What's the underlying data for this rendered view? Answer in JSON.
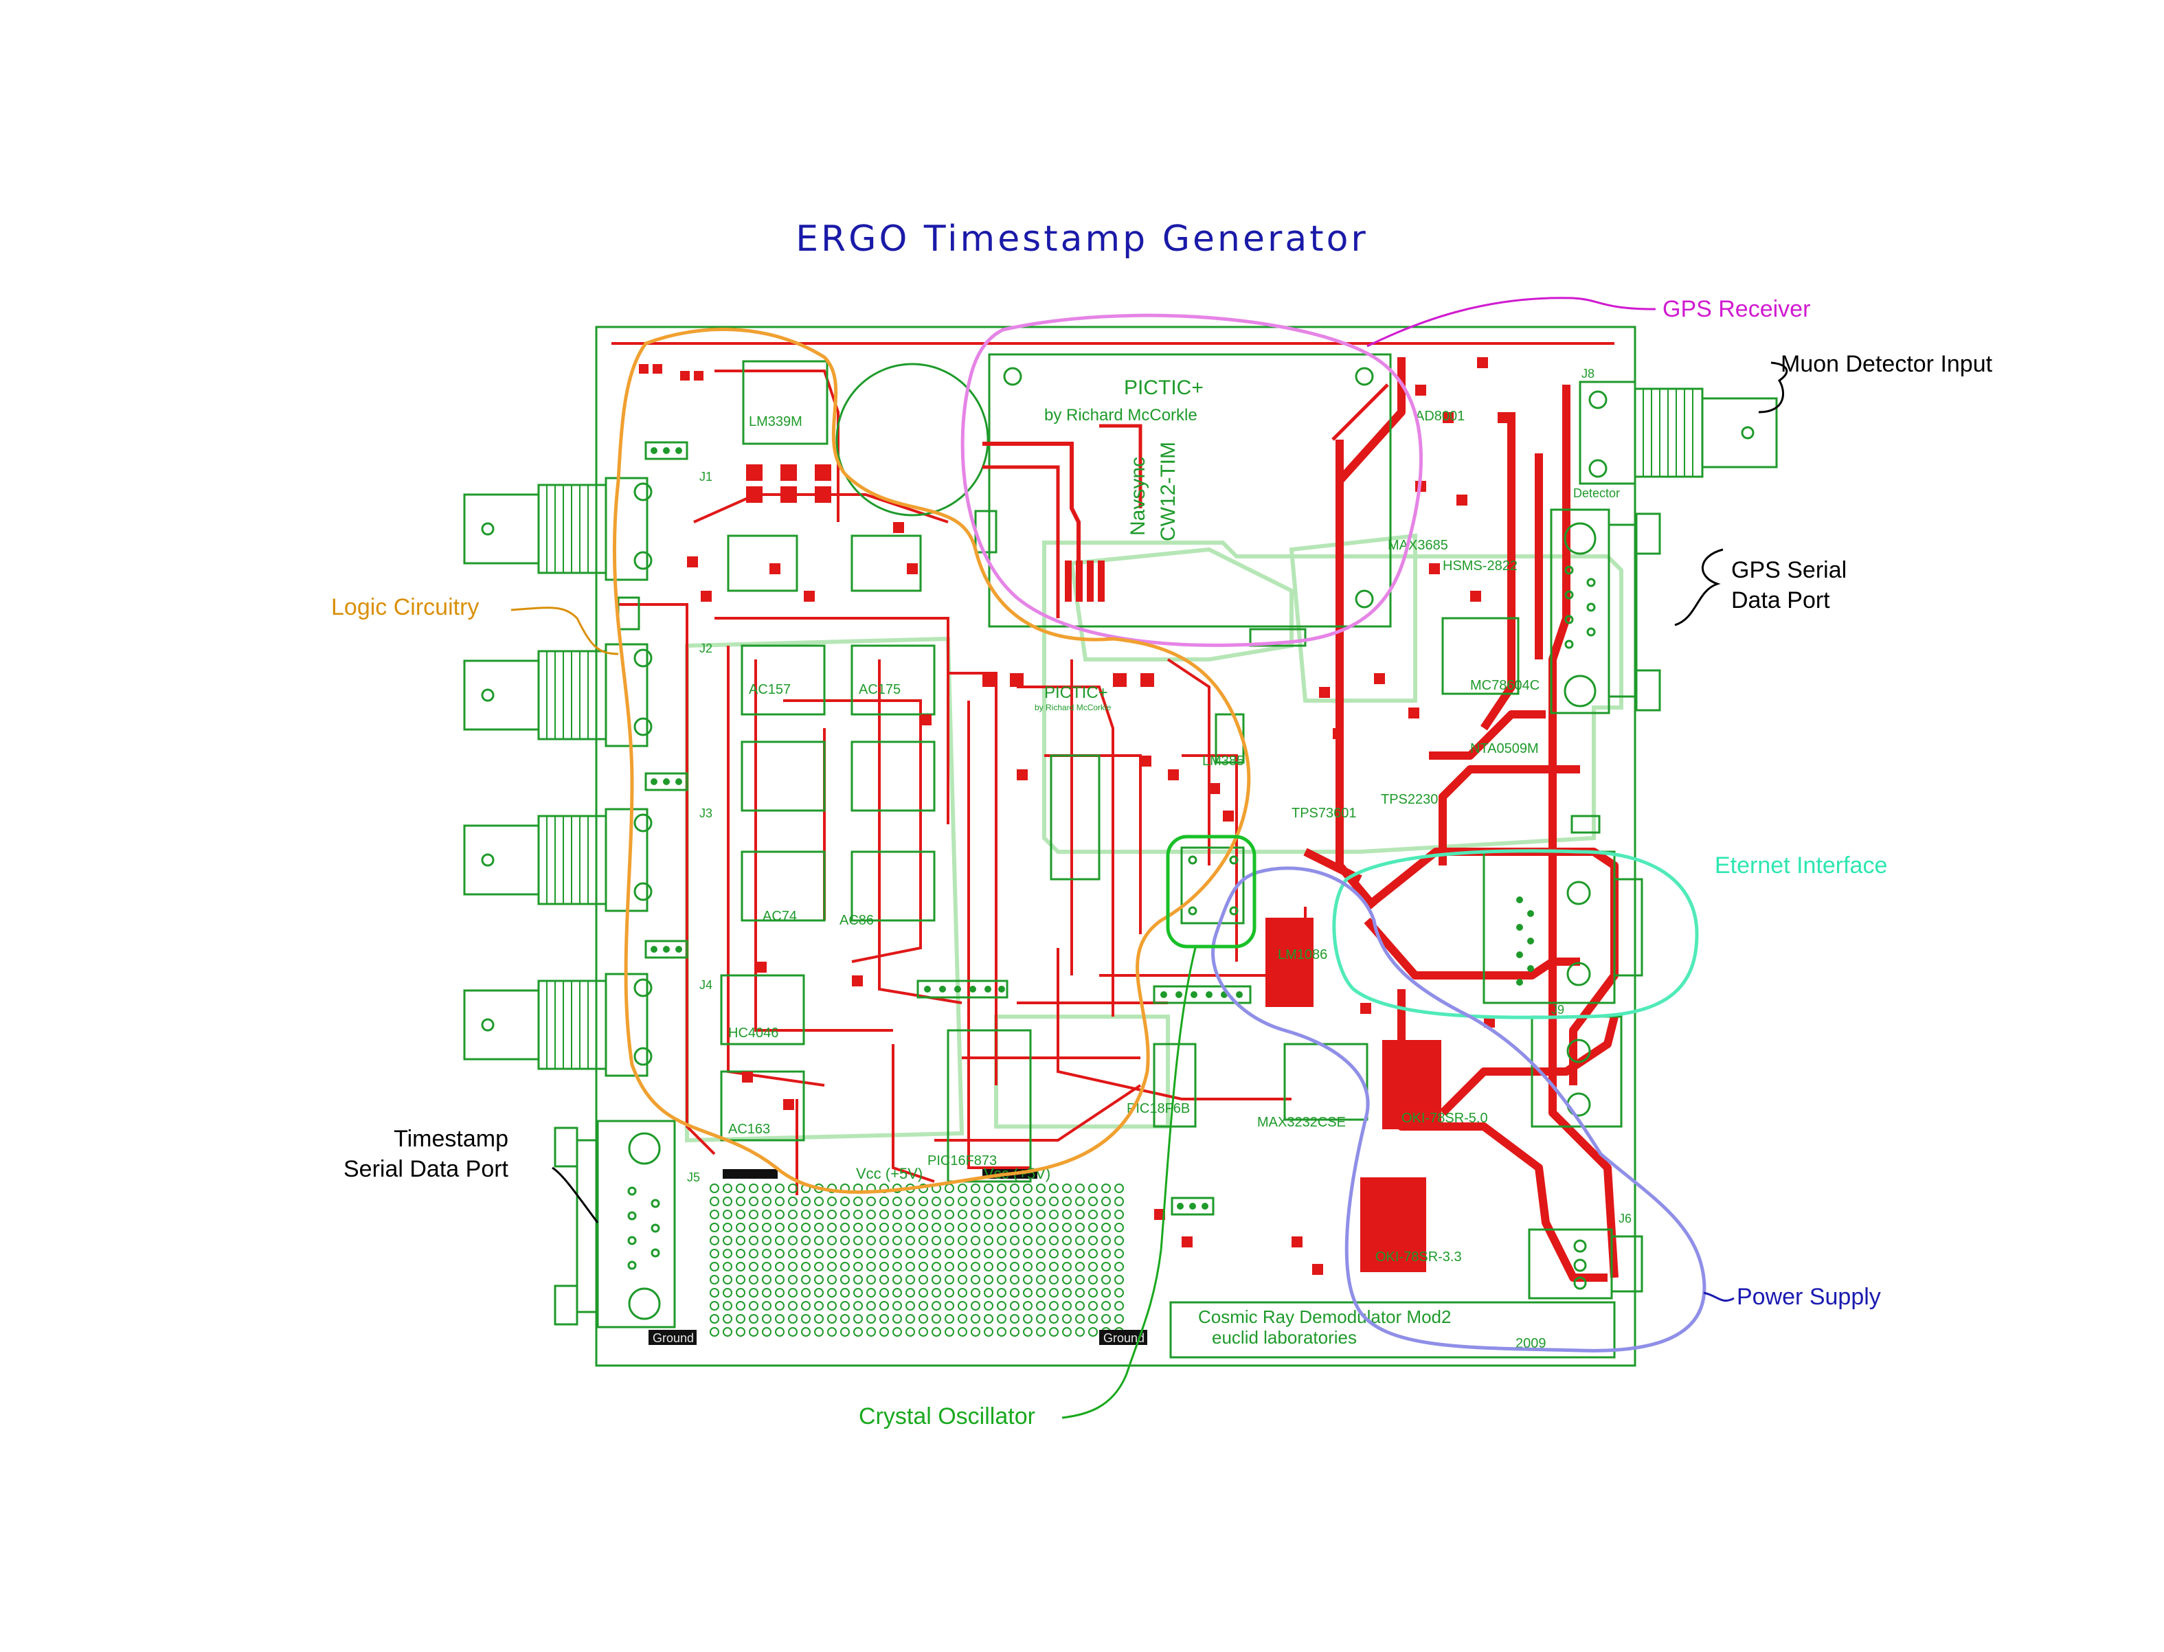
{
  "title": "ERGO Timestamp Generator",
  "callouts": {
    "gps_receiver": "GPS Receiver",
    "muon_detector_input": "Muon Detector Input",
    "gps_serial_line1": "GPS Serial",
    "gps_serial_line2": "Data Port",
    "logic_circuitry": "Logic Circuitry",
    "ethernet_interface": "Eternet Interface",
    "timestamp_line1": "Timestamp",
    "timestamp_line2": "Serial Data Port",
    "power_supply": "Power Supply",
    "crystal_oscillator": "Crystal Oscillator"
  },
  "board": {
    "module_name": "PICTIC+",
    "module_author": "by Richard McCorkle",
    "gps_module_line1": "Navsync",
    "gps_module_line2": "CW12-TIM",
    "footer_line1": "Cosmic Ray Demodulator Mod2",
    "footer_line2": "euclid laboratories",
    "footer_year": "2009",
    "vcc_left": "Vcc (+5V)",
    "vcc_right": "Vcc (+5V)",
    "ground_left": "Ground",
    "ground_right": "Ground",
    "chip_labels": [
      "LM339M",
      "AC157",
      "AC175",
      "AC74",
      "AC86",
      "HC4046",
      "AC163",
      "PIC16F873",
      "MAX3232CSE",
      "PIC18F6B",
      "AD8001",
      "MAX3685",
      "HSMS-2822",
      "TPS2230",
      "TPS73601",
      "MC78604C",
      "NTA0509M",
      "LM385",
      "LM1086",
      "OKI-78SR-5.0",
      "OKI-78SR-3.3"
    ],
    "connector_labels": [
      "J1",
      "J2",
      "J3",
      "J4",
      "J5",
      "J6",
      "J8",
      "J9",
      "Detector"
    ]
  },
  "colors": {
    "title": "#1a1aa8",
    "gps_receiver": "#d01ad0",
    "logic_circuitry": "#f0a030",
    "ethernet_interface": "#50eab8",
    "power_supply": "#8f8fe8",
    "crystal_oscillator": "#19c028",
    "copper_top": "#e01818",
    "silkscreen": "#1e9a2a",
    "ground_plane": "#b6e6b6"
  }
}
